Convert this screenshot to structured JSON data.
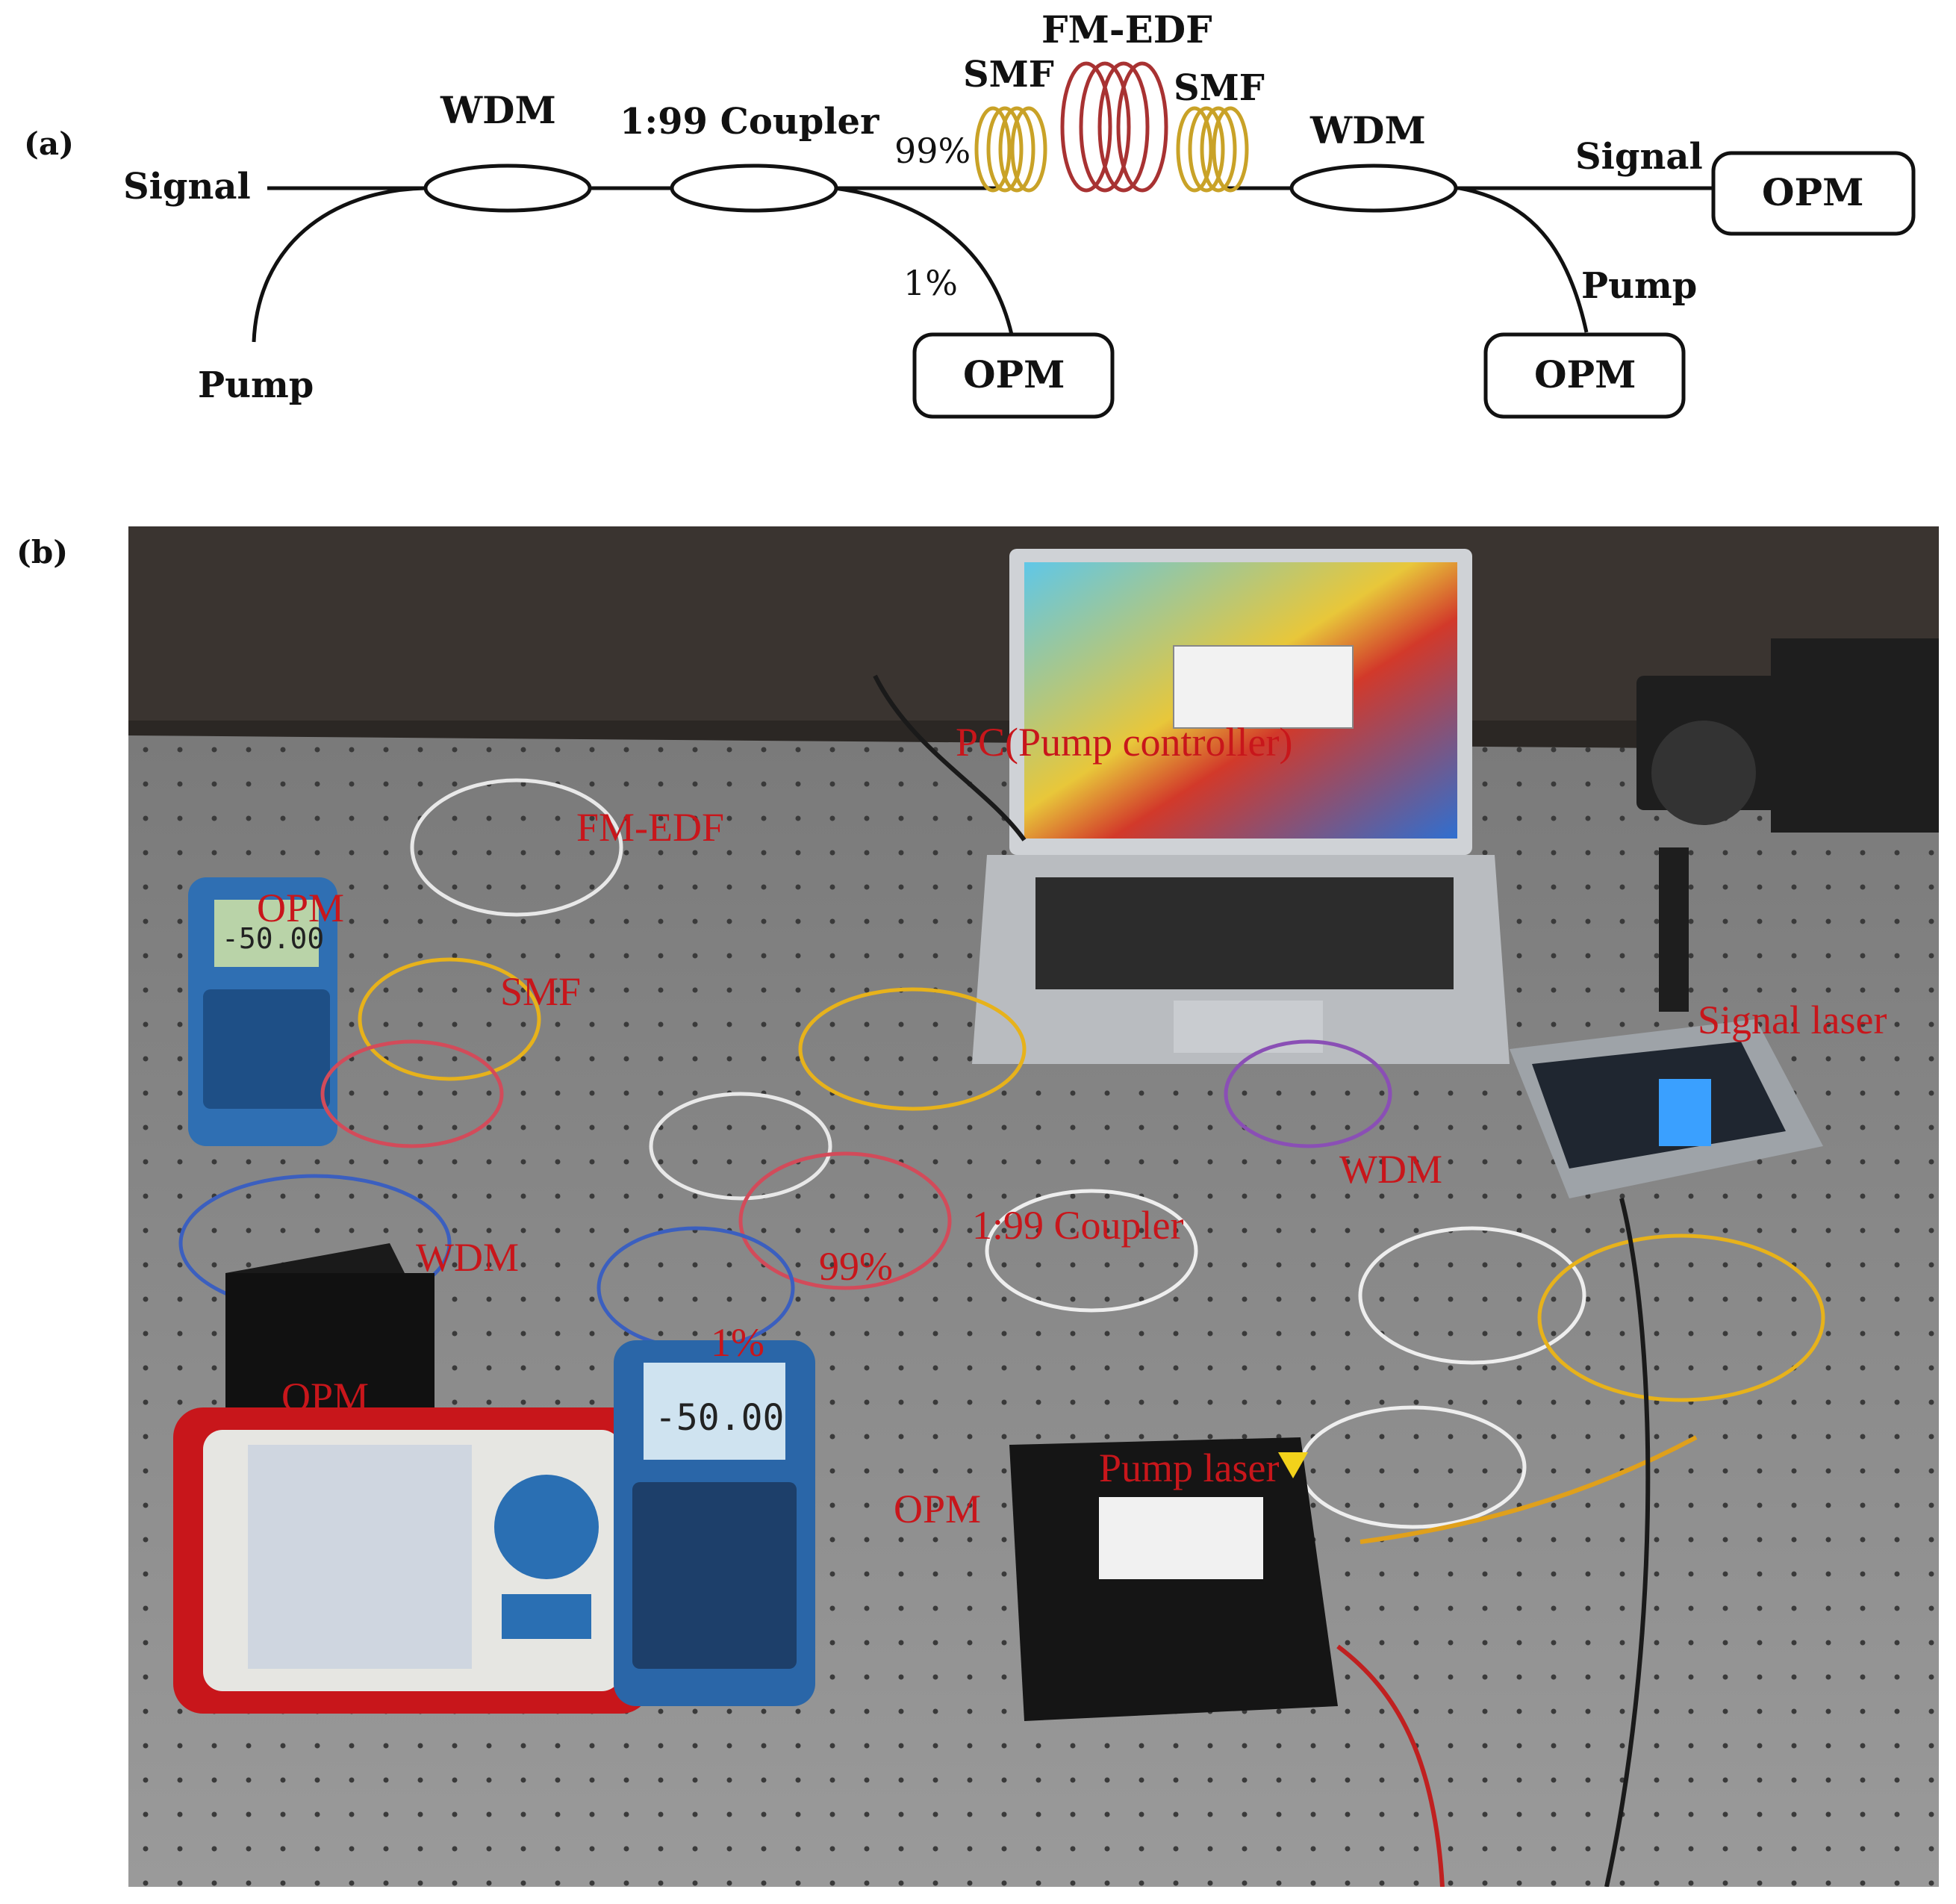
{
  "panel_a": {
    "panel_label": "(a)",
    "signal_in": "Signal",
    "pump_in": "Pump",
    "wdm_left": "WDM",
    "coupler": "1:99 Coupler",
    "pct_99": "99%",
    "pct_1": "1%",
    "smf_left": "SMF",
    "fm_edf": "FM-EDF",
    "smf_right": "SMF",
    "wdm_right": "WDM",
    "signal_out": "Signal",
    "pump_out": "Pump",
    "opm_signal": "OPM",
    "opm_coupler": "OPM",
    "opm_pump": "OPM",
    "colors": {
      "smf": "#c9a227",
      "fm_edf": "#a83232",
      "line": "#111111"
    }
  },
  "panel_b": {
    "panel_label": "(b)",
    "labels": {
      "pc": "PC(Pump controller)",
      "fm_edf": "FM-EDF",
      "opm_top_left": "OPM",
      "smf": "SMF",
      "signal_laser": "Signal laser",
      "wdm_right": "WDM",
      "wdm_left": "WDM",
      "pct_99": "99%",
      "coupler": "1:99 Coupler",
      "pct_1": "1%",
      "opm_black": "OPM",
      "opm_bottom": "OPM",
      "pump_laser": "Pump laser"
    },
    "screen_readings": {
      "opm1": "-50.00",
      "opm2": "-50.00"
    },
    "colors": {
      "label": "#c8161b",
      "table": "#8d8d8d"
    }
  }
}
